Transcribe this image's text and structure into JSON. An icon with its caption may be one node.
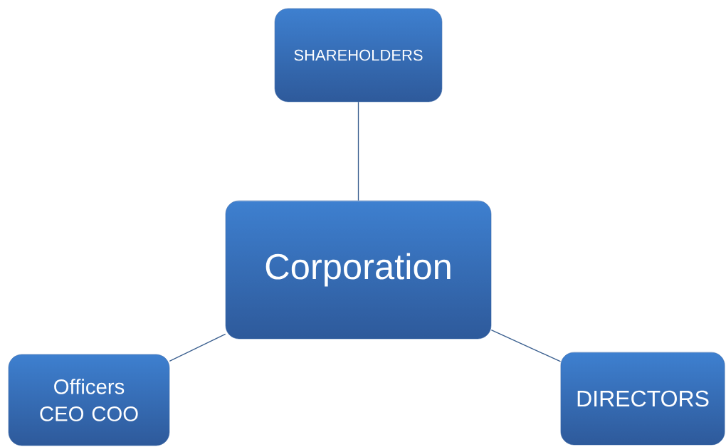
{
  "diagram": {
    "nodes": [
      {
        "text": [
          "SHAREHOLDERS"
        ]
      },
      {
        "text": [
          "Corporation"
        ]
      },
      {
        "text": [
          "Officers CEO COO"
        ]
      },
      {
        "text": [
          "DIRECTORS"
        ]
      }
    ],
    "edges": [
      {
        "from": 0,
        "to": 1,
        "arrow": "none"
      },
      {
        "from": 1,
        "to": 2,
        "arrow": "none"
      },
      {
        "from": 1,
        "to": 3,
        "arrow": "none"
      }
    ]
  }
}
